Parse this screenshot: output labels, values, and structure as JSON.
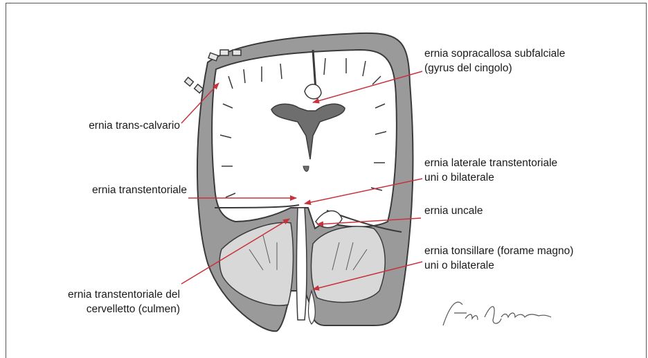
{
  "labels": {
    "trans_calvario": "ernia trans-calvario",
    "transtentoriale": "ernia transtentoriale",
    "transtentoriale_cerv_1": "ernia transtentoriale del",
    "transtentoriale_cerv_2": "cervelletto (culmen)",
    "sopracallosa_1": "ernia sopracallosa subfalciale",
    "sopracallosa_2": "(gyrus del cingolo)",
    "laterale_1": "ernia laterale transtentoriale",
    "laterale_2": "uni o bilaterale",
    "uncale": "ernia uncale",
    "tonsillare_1": "ernia tonsillare (forame magno)",
    "tonsillare_2": "uni o bilaterale"
  },
  "signature": "Fabio Scafuroso",
  "colors": {
    "arrow": "#c8323c",
    "tissue": "#7f7f7f",
    "outline": "#3a3a3a"
  }
}
